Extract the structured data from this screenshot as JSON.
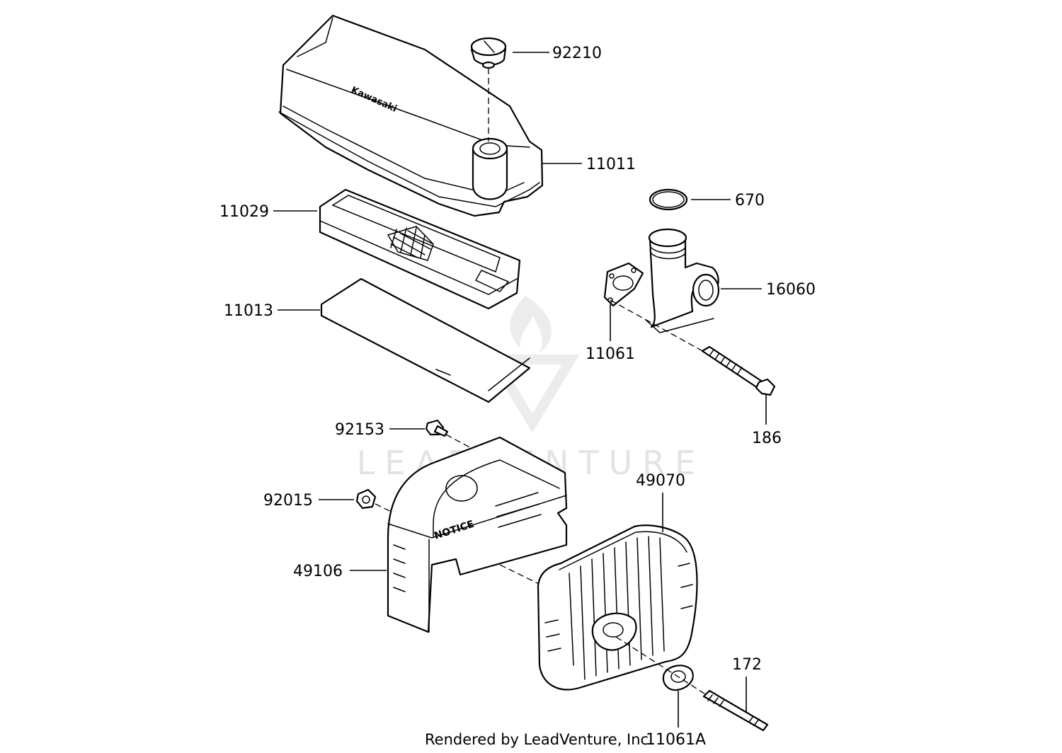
{
  "diagram": {
    "watermark": "LEADVENTURE",
    "credit": "Rendered by LeadVenture, Inc.",
    "brand_mark": "Kawasaki",
    "muffler_mark": "NOTICE",
    "callouts": {
      "p92210": "92210",
      "p11011": "11011",
      "p11029": "11029",
      "p11013": "11013",
      "p670": "670",
      "p16060": "16060",
      "p11061": "11061",
      "p186": "186",
      "p92153": "92153",
      "p92015": "92015",
      "p49070": "49070",
      "p49106": "49106",
      "p172": "172",
      "p11061A": "11061A"
    }
  }
}
